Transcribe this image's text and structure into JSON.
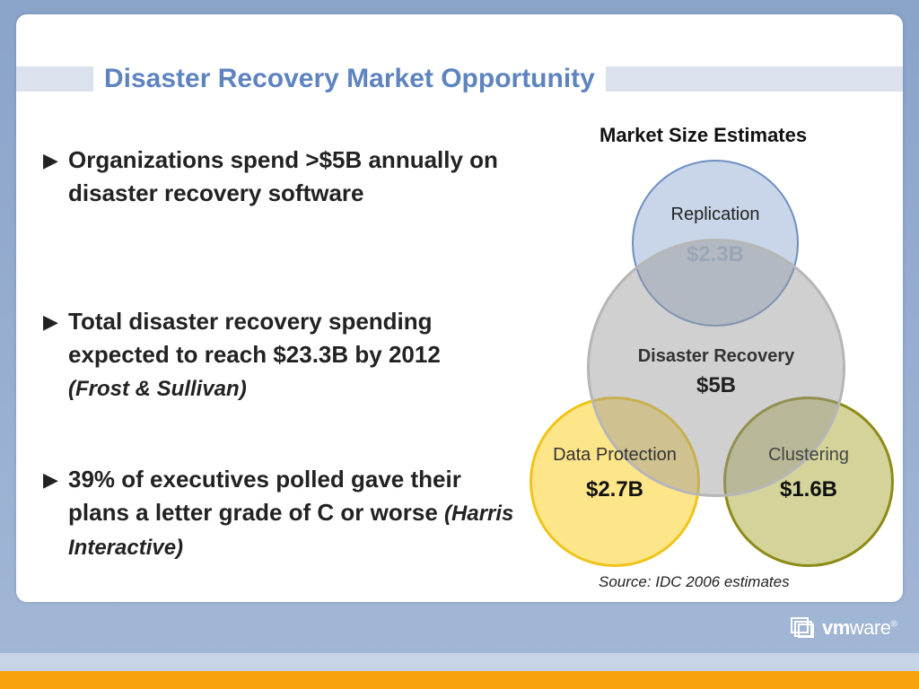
{
  "slide": {
    "title": "Disaster Recovery Market Opportunity",
    "bullets": [
      {
        "text": "Organizations spend >$5B annually on disaster recovery software",
        "citation": ""
      },
      {
        "text": "Total disaster recovery spending expected to reach $23.3B by 2012",
        "citation": "(Frost & Sullivan)"
      },
      {
        "text": "39% of executives polled gave their plans a letter grade of C or worse",
        "citation": "(Harris Interactive)"
      }
    ],
    "bullet_marker": "▶"
  },
  "diagram": {
    "title": "Market Size Estimates",
    "segments": [
      {
        "name": "Replication",
        "value": "$2.3B",
        "color": "#c9d5e8"
      },
      {
        "name": "Disaster Recovery",
        "value": "$5B",
        "color": "#a0a0a0"
      },
      {
        "name": "Data Protection",
        "value": "$2.7B",
        "color": "#fde58a"
      },
      {
        "name": "Clustering",
        "value": "$1.6B",
        "color": "#d4d49a"
      }
    ],
    "source": "Source:  IDC 2006 estimates"
  },
  "branding": {
    "logo_text_bold": "vm",
    "logo_text_rest": "ware",
    "logo_symbol": "®",
    "accent_color": "#f7a10b",
    "title_color": "#5e84bf"
  }
}
